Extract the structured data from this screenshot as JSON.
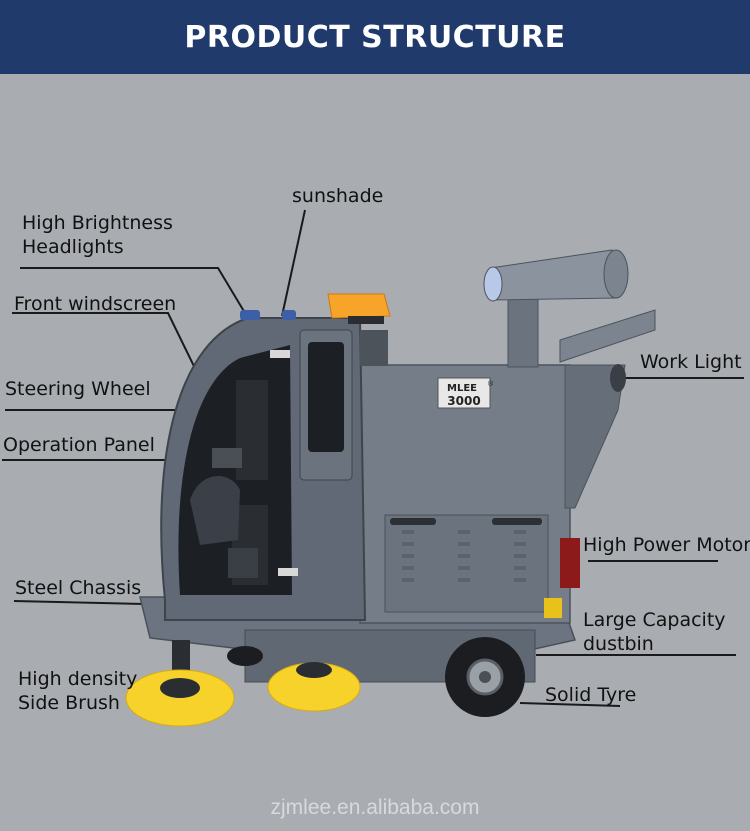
{
  "header": {
    "title": "PRODUCT STRUCTURE"
  },
  "machine": {
    "brand": "MLEE",
    "model": "3000",
    "trademark": "®"
  },
  "labels": {
    "sunshade": "sunshade",
    "headlights_1": "High Brightness",
    "headlights_2": "Headlights",
    "windscreen": "Front windscreen",
    "steering": "Steering Wheel",
    "panel": "Operation Panel",
    "chassis": "Steel Chassis",
    "side_brush_1": "High density",
    "side_brush_2": "Side Brush",
    "work_light": "Work Light",
    "motor": "High Power Motor",
    "dustbin_1": "Large Capacity",
    "dustbin_2": "dustbin",
    "tyre": "Solid Tyre"
  },
  "footer": {
    "watermark": "zjmlee.en.alibaba.com"
  },
  "colors": {
    "banner": "#1f3a6b",
    "background": "#a9adb1",
    "body": "#6b7480",
    "brush": "#f6d22a",
    "beacon": "#f7a52a"
  }
}
